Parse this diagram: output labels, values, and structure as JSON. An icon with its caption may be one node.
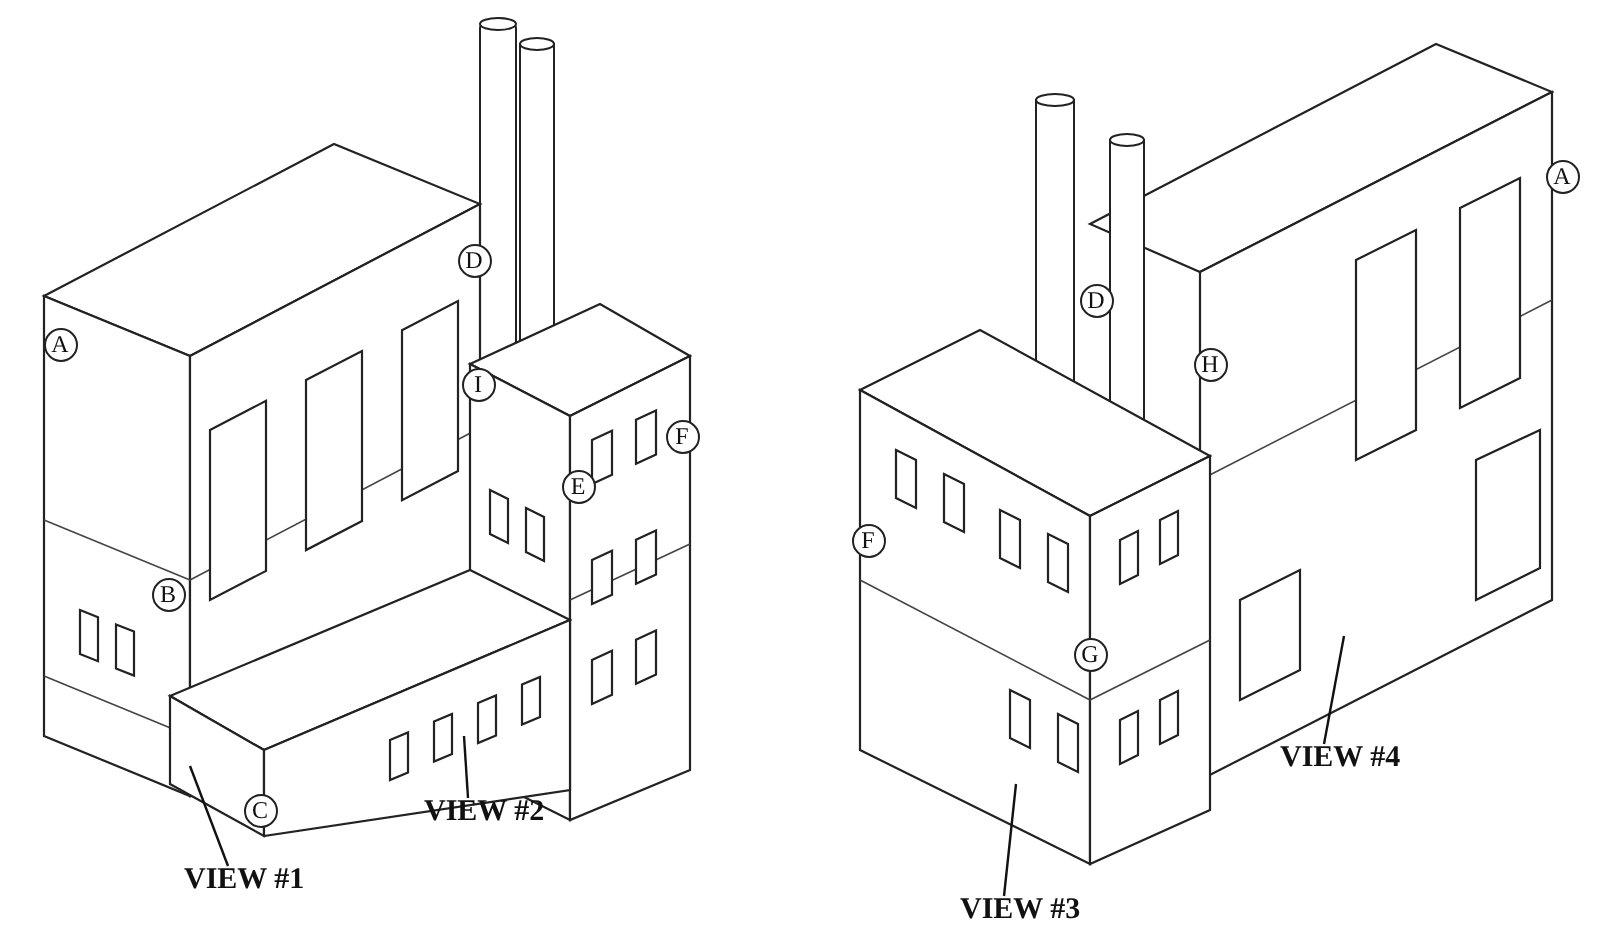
{
  "diagram": {
    "nodes": [
      {
        "text": [
          "VIEW #1"
        ]
      },
      {
        "text": [
          "VIEW #2"
        ]
      },
      {
        "text": [
          "VIEW #3"
        ]
      },
      {
        "text": [
          "VIEW #4"
        ]
      }
    ],
    "edges": [
      {
        "from": 0,
        "to": null,
        "arrow": "none"
      },
      {
        "from": 1,
        "to": null,
        "arrow": "none"
      },
      {
        "from": 2,
        "to": null,
        "arrow": "none"
      },
      {
        "from": 3,
        "to": null,
        "arrow": "none"
      }
    ],
    "labels": [
      "D",
      "A",
      "I",
      "F",
      "E",
      "B",
      "C",
      "A",
      "D",
      "H",
      "F",
      "G"
    ]
  }
}
